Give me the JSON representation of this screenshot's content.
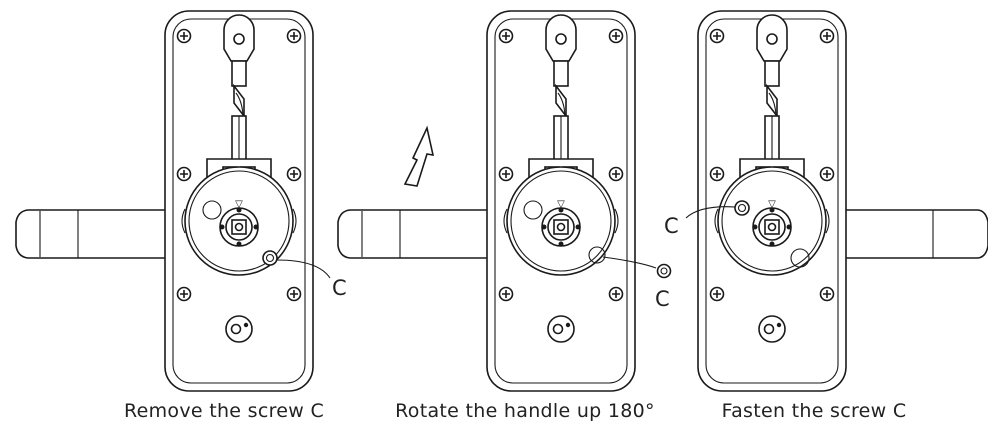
{
  "steps": [
    {
      "caption": "Remove the screw C",
      "callout": "C"
    },
    {
      "caption": "Rotate the handle up 180°",
      "callout": "C"
    },
    {
      "caption": "Fasten the screw C",
      "callout": "C"
    }
  ],
  "indicator_glyph": "▽"
}
